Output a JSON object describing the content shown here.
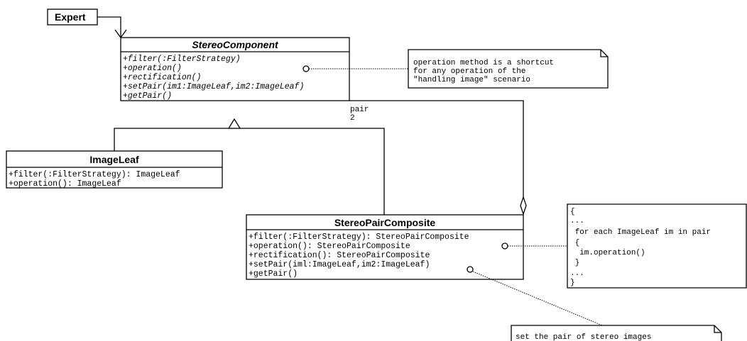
{
  "actor": {
    "label": "Expert"
  },
  "classes": {
    "stereo_component": {
      "name": "StereoComponent",
      "operations": [
        "+filter(:FilterStrategy)",
        "+operation()",
        "+rectification()",
        "+setPair(im1:ImageLeaf,im2:ImageLeaf)",
        "+getPair()"
      ]
    },
    "image_leaf": {
      "name": "ImageLeaf",
      "operations": [
        "+filter(:FilterStrategy): ImageLeaf",
        "+operation(): ImageLeaf"
      ]
    },
    "stereo_pair_composite": {
      "name": "StereoPairComposite",
      "operations": [
        "+filter(:FilterStrategy): StereoPairComposite",
        "+operation(): StereoPairComposite",
        "+rectification(): StereoPairComposite",
        "+setPair(iml:ImageLeaf,im2:ImageLeaf)",
        "+getPair()"
      ]
    }
  },
  "association": {
    "role": "pair",
    "multiplicity": "2"
  },
  "notes": {
    "operation_note": [
      "operation method is a shortcut",
      "for any operation of the",
      "\"handling image\" scenario"
    ],
    "loop_note": [
      "{",
      "...",
      " for each ImageLeaf im in pair",
      " {",
      "  im.operation()",
      " }",
      "...",
      "}"
    ],
    "setpair_note": [
      "set the pair of stereo images"
    ]
  }
}
